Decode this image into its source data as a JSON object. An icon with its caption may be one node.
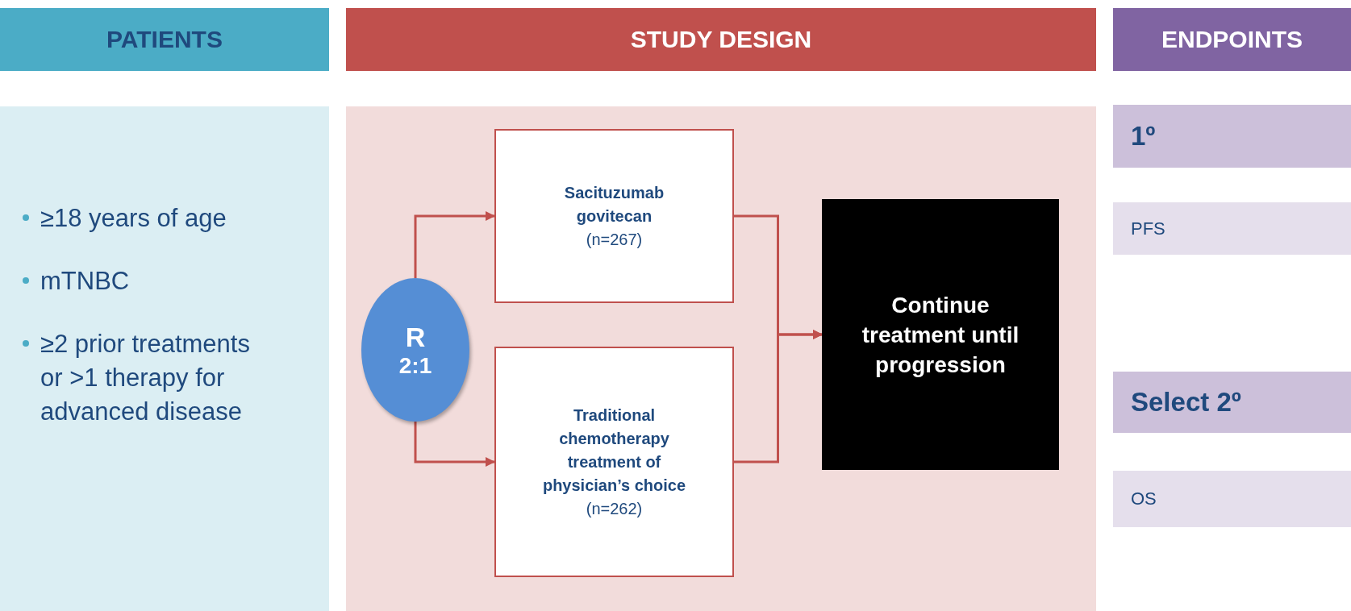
{
  "diagram": {
    "nodes": [
      {
        "text": [
          "PATIENTS"
        ]
      },
      {
        "text": [
          "STUDY DESIGN"
        ]
      },
      {
        "text": [
          "ENDPOINTS"
        ]
      },
      {
        "text": [
          "≥18 years of age",
          "mTNBC",
          "≥2 prior treatments or >1 therapy for advanced disease"
        ]
      },
      {
        "text": [],
        "shape": "box"
      },
      {
        "text": [
          "R",
          "2:1"
        ],
        "in": 4
      },
      {
        "text": [
          "Sacituzumab govitecan",
          "(n=267)"
        ],
        "in": 4
      },
      {
        "text": [
          "Traditional chemotherapy treatment of physician’s choice",
          "(n=262)"
        ],
        "in": 4
      },
      {
        "text": [
          "Continue treatment until progression"
        ],
        "in": 4
      },
      {
        "text": [
          "1º"
        ]
      },
      {
        "text": [
          "PFS"
        ]
      },
      {
        "text": [
          "Select 2º"
        ]
      },
      {
        "text": [
          "OS"
        ]
      }
    ],
    "edges": [
      {
        "from": 5,
        "to": 6,
        "arrow": "to"
      },
      {
        "from": 5,
        "to": 7,
        "arrow": "to"
      },
      {
        "from": 6,
        "to": 8,
        "arrow": "to"
      },
      {
        "from": 7,
        "to": 8,
        "arrow": "to"
      }
    ]
  }
}
